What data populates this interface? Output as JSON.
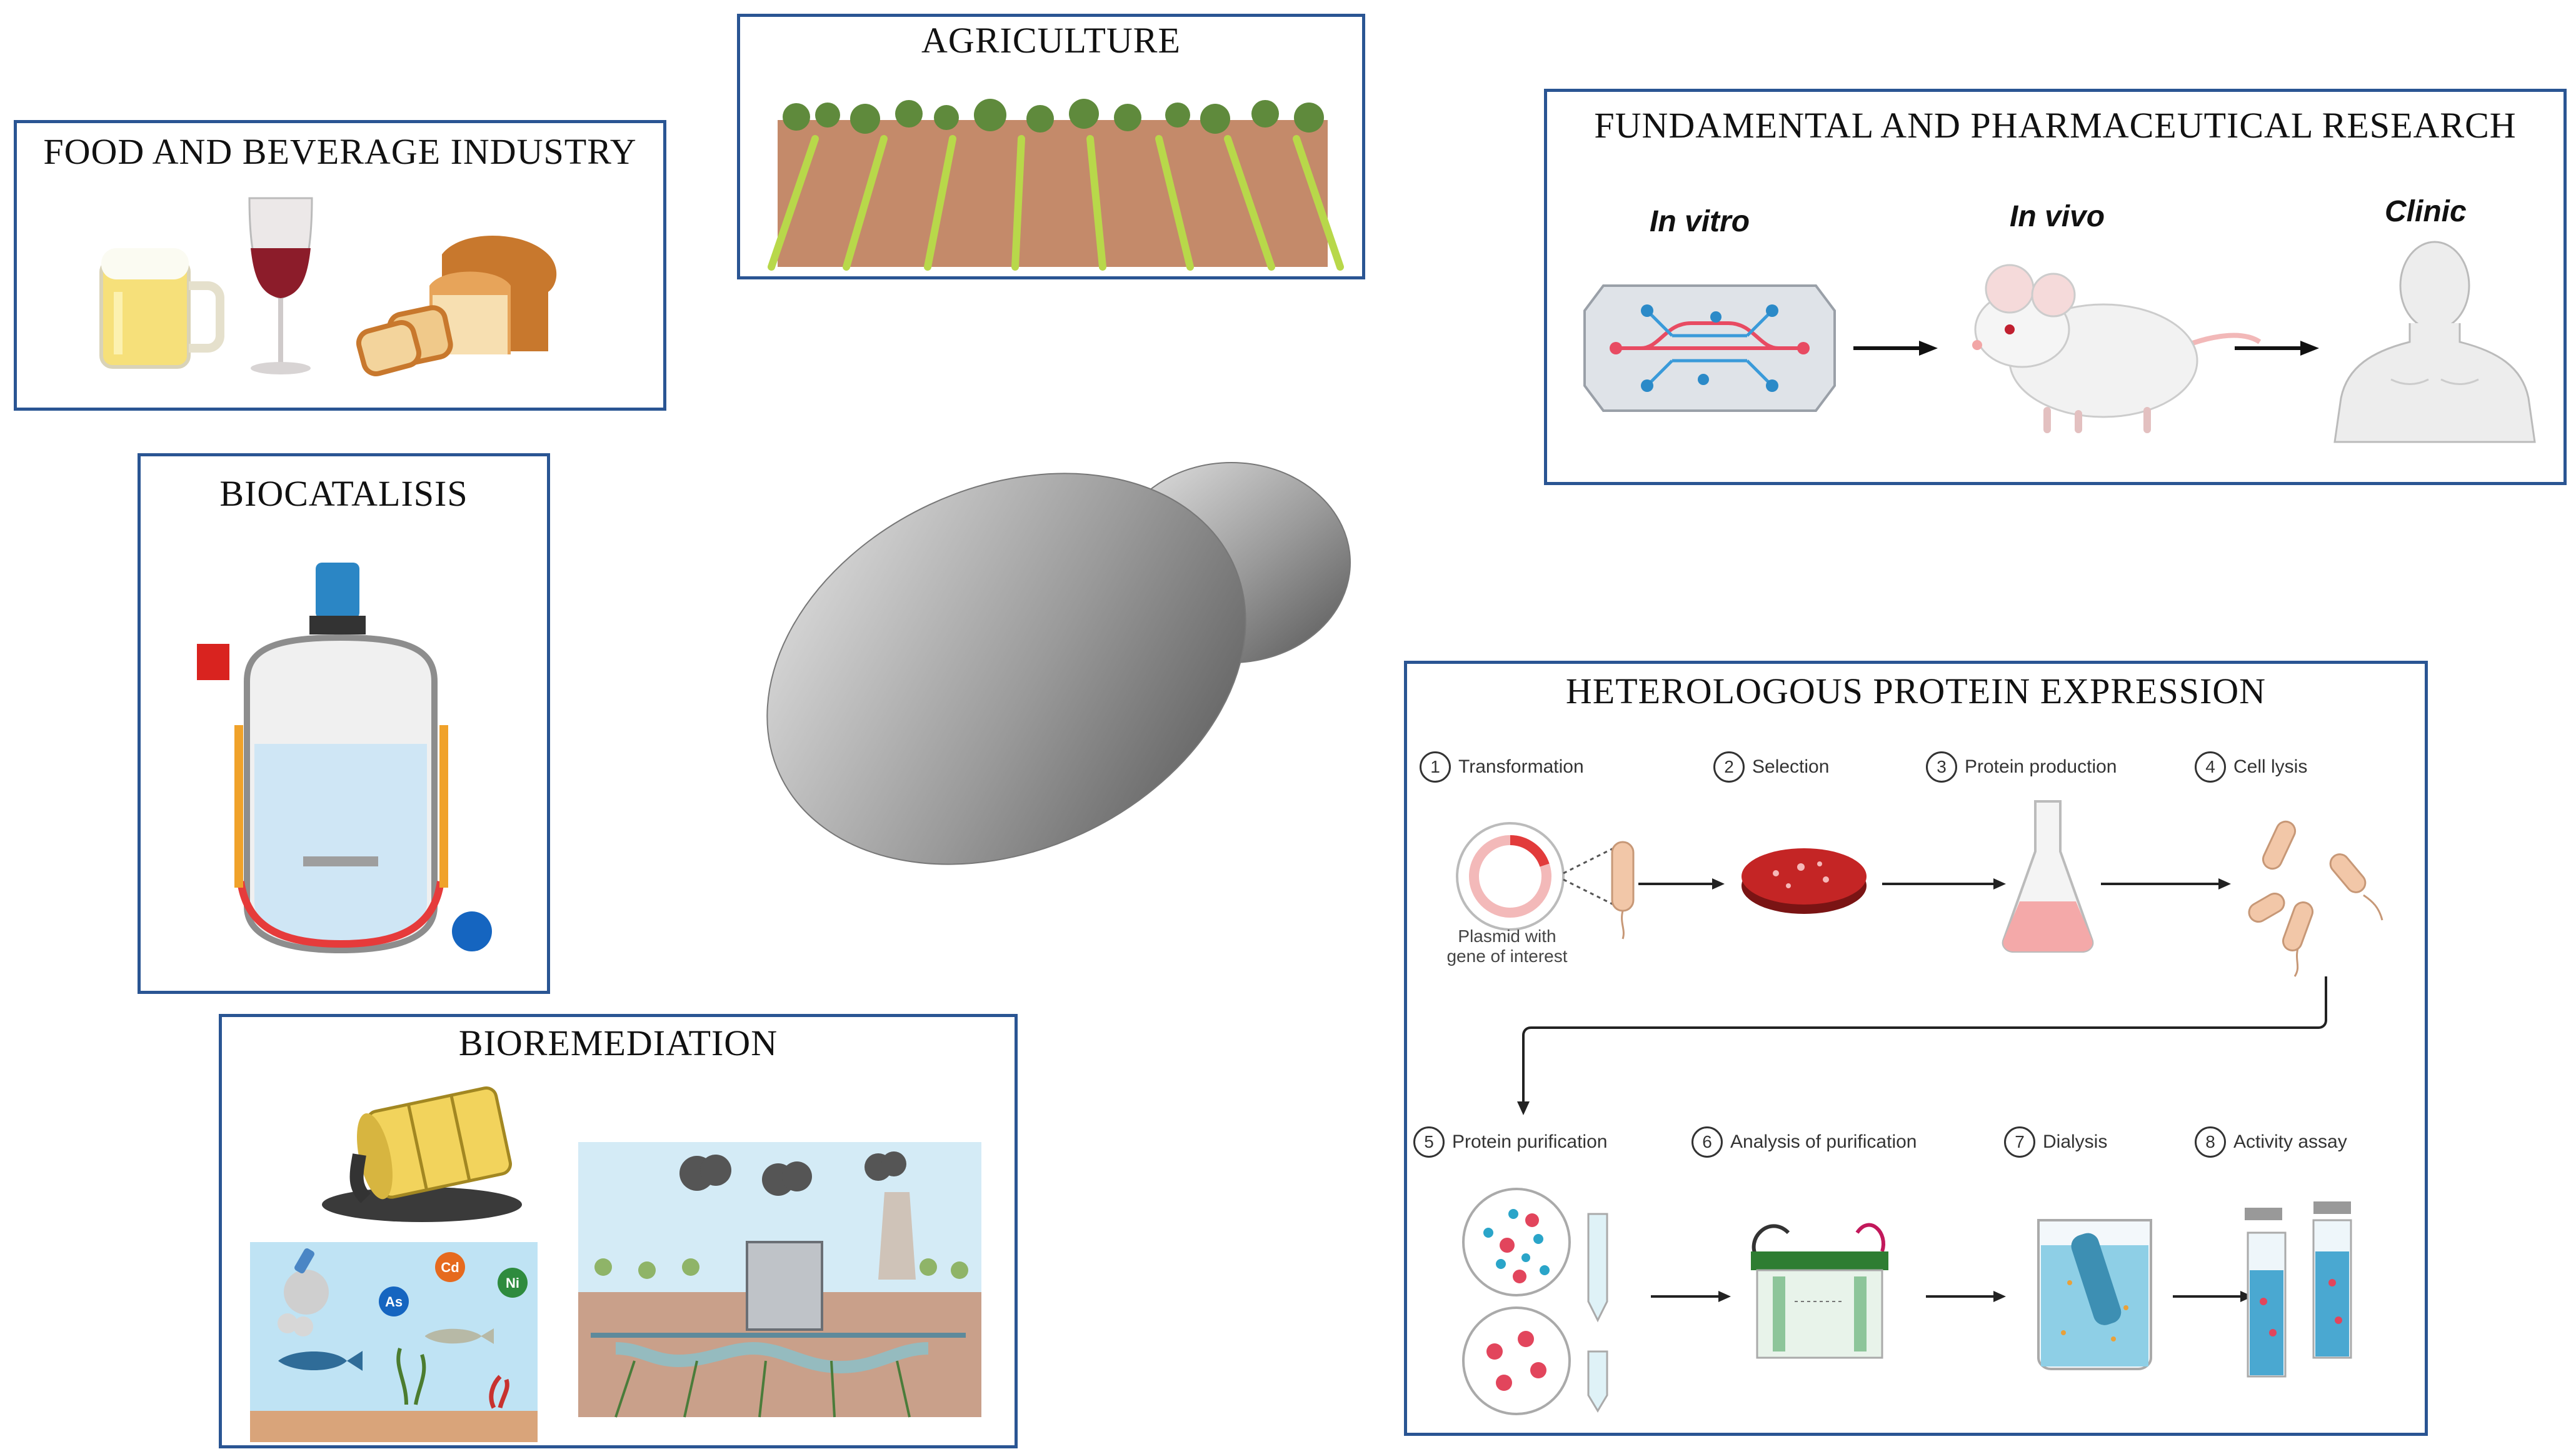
{
  "panels": {
    "food": {
      "title": "FOOD AND BEVERAGE INDUSTRY",
      "icons": [
        "beer-mug-icon",
        "wine-glass-icon",
        "bread-loaf-icon"
      ]
    },
    "agriculture": {
      "title": "AGRICULTURE",
      "icons": [
        "crop-field-icon"
      ]
    },
    "research": {
      "title": "FUNDAMENTAL AND PHARMACEUTICAL RESEARCH",
      "stages": [
        "In vitro",
        "In vivo",
        "Clinic"
      ],
      "icons": [
        "organ-chip-icon",
        "mouse-icon",
        "human-icon"
      ]
    },
    "biocatalysis": {
      "title": "BIOCATALISIS",
      "icons": [
        "bioreactor-icon"
      ]
    },
    "bioremediation": {
      "title": "BIOREMEDIATION",
      "ions": [
        "Cd",
        "Ni",
        "As"
      ],
      "icons": [
        "oil-barrel-spill-icon",
        "polluted-sea-icon",
        "factory-field-icon"
      ]
    },
    "protein": {
      "title": "HETEROLOGOUS PROTEIN EXPRESSION",
      "steps": [
        {
          "num": "1",
          "label": "Transformation"
        },
        {
          "num": "2",
          "label": "Selection"
        },
        {
          "num": "3",
          "label": "Protein production"
        },
        {
          "num": "4",
          "label": "Cell lysis"
        },
        {
          "num": "5",
          "label": "Protein purification"
        },
        {
          "num": "6",
          "label": "Analysis of purification"
        },
        {
          "num": "7",
          "label": "Dialysis"
        },
        {
          "num": "8",
          "label": "Activity assay"
        }
      ],
      "plasmid_note_1": "Plasmid with",
      "plasmid_note_2": "gene of interest"
    }
  },
  "center": {
    "icon": "budding-yeast-cell-icon"
  },
  "colors": {
    "border": "#2a5593",
    "bio_red": "#d9231f",
    "bio_blue": "#1565c0"
  }
}
